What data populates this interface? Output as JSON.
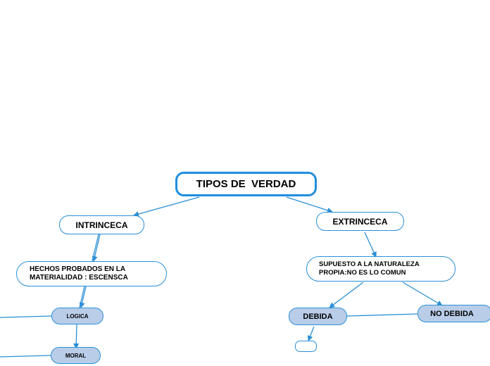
{
  "diagram": {
    "title": "TIPOS DE  VERDAD",
    "colors": {
      "connector": "#2a8fd6",
      "node_border": "#2a8fd6",
      "root_border": "#1f8ee0",
      "node_fill_blue": "#b9cde9",
      "node_fill_white": "#ffffff"
    },
    "nodes": {
      "intrinceca": "INTRINCECA",
      "extrinceca": "EXTRINCECA",
      "hechos": "HECHOS PROBADOS EN LA MATERIALIDAD : ESCENSCA",
      "supuesto": "SUPUESTO A LA NATURALEZA PROPIA:NO ES LO COMUN",
      "logica": "LOGICA",
      "moral": "MORAL",
      "debida": "DEBIDA",
      "no_debida": "NO DEBIDA",
      "empty": ""
    }
  }
}
